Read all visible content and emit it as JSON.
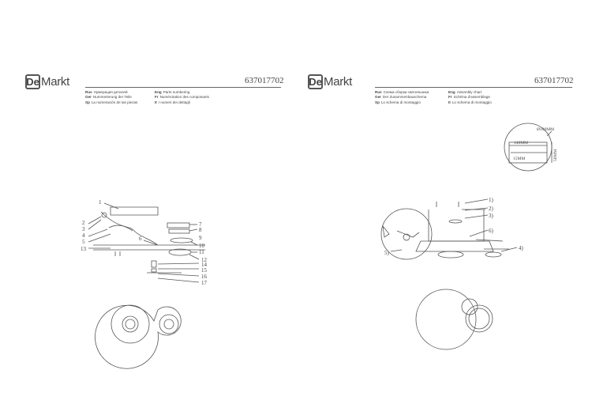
{
  "left": {
    "logo": {
      "box": "De",
      "text": "Markt"
    },
    "article": "637017702",
    "lang_left": [
      {
        "code": "Rus",
        "text": "Нумерация деталей"
      },
      {
        "code": "Ger",
        "text": "Nummerierung der Teile"
      },
      {
        "code": "Sp",
        "text": "La numeración de las piezas"
      }
    ],
    "lang_right": [
      {
        "code": "Eng",
        "text": "Parts numbering"
      },
      {
        "code": "Fr",
        "text": "Numérotation des composants"
      },
      {
        "code": "It",
        "text": "I numeri dei dettagli"
      }
    ],
    "callouts": [
      "1",
      "2",
      "3",
      "4",
      "5",
      "6",
      "7",
      "8",
      "9",
      "10",
      "11",
      "12",
      "13",
      "14",
      "15",
      "16",
      "17"
    ]
  },
  "right": {
    "logo": {
      "box": "De",
      "text": "Markt"
    },
    "article": "637017702",
    "lang_left": [
      {
        "code": "Rus",
        "text": "Схема сборки светильника"
      },
      {
        "code": "Ger",
        "text": "Der Zusammenbauschema"
      },
      {
        "code": "Sp",
        "text": "Lo schema di montaggio"
      }
    ],
    "lang_right": [
      {
        "code": "Eng",
        "text": "Assembly chart"
      },
      {
        "code": "Fr",
        "text": "Schéma d'assemblage"
      },
      {
        "code": "It",
        "text": "Lo schema di montaggio"
      }
    ],
    "dimensions": {
      "diameter": "Ø180MM",
      "width": "140MM",
      "depth": "15MM",
      "height": "50MM"
    },
    "callouts": [
      "1)",
      "2)",
      "3)",
      "4)",
      "5)",
      "6)"
    ]
  }
}
